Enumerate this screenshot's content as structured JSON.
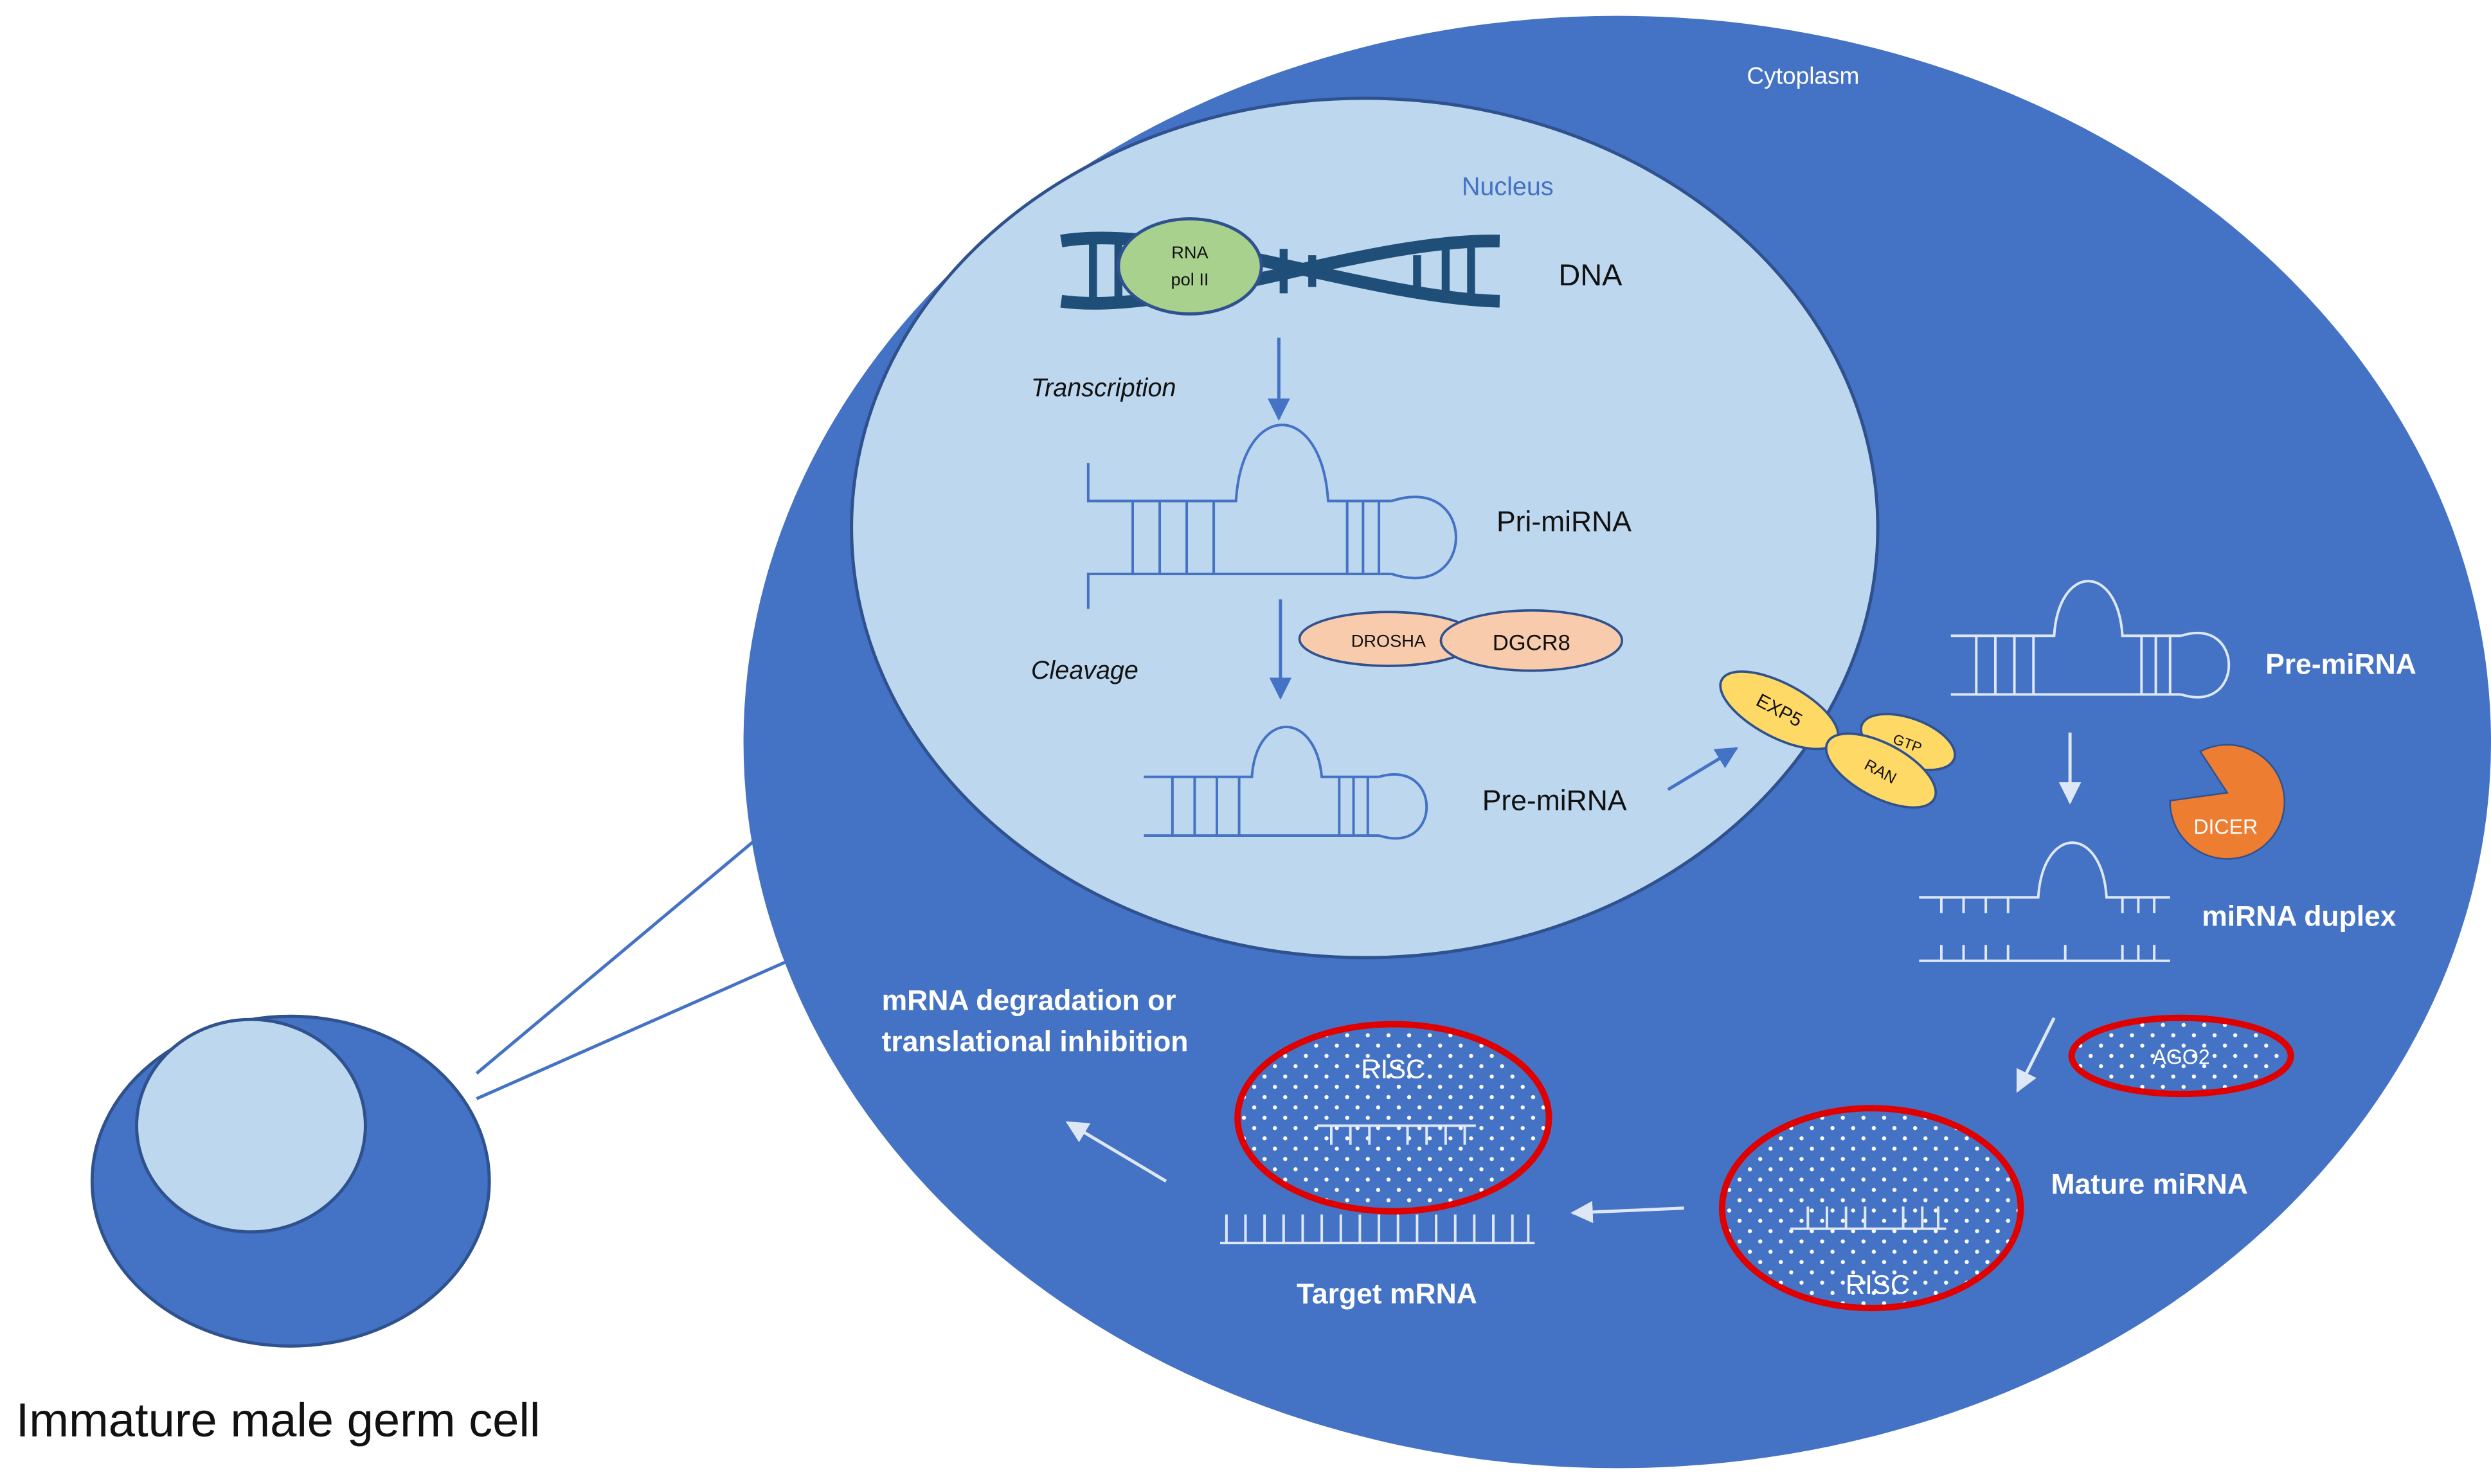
{
  "labels": {
    "cell_title": "Immature male germ cell",
    "cytoplasm": "Cytoplasm",
    "nucleus": "Nucleus",
    "dna": "DNA",
    "rna_pol_line1": "RNA",
    "rna_pol_line2": "pol II",
    "transcription": "Transcription",
    "pri_mirna": "Pri-miRNA",
    "cleavage": "Cleavage",
    "drosha": "DROSHA",
    "dgcr8": "DGCR8",
    "pre_mirna_nucleus": "Pre-miRNA",
    "exp5": "EXP5",
    "gtp": "GTP",
    "ran": "RAN",
    "pre_mirna_cytoplasm": "Pre-miRNA",
    "dicer": "DICER",
    "mirna_duplex": "miRNA duplex",
    "ago2": "AGO2",
    "mature_mirna": "Mature miRNA",
    "risc_mature": "RISC",
    "risc_target": "RISC",
    "target_mrna": "Target mRNA",
    "outcome_line1": "mRNA degradation or",
    "outcome_line2": "translational inhibition"
  },
  "colors": {
    "cytoplasm": "#4472c4",
    "nucleus": "#bdd7ee",
    "dna_strand": "#1f4e79",
    "rna_pol": "#a9d18e",
    "drosha_dgcr8": "#f8cbad",
    "exp5_gtp_ran": "#ffd966",
    "dicer": "#ed7d31",
    "risc_ring": "#e00000",
    "rna_structure_nucleus": "#4472c4",
    "rna_structure_cytoplasm": "#dde7f5"
  }
}
